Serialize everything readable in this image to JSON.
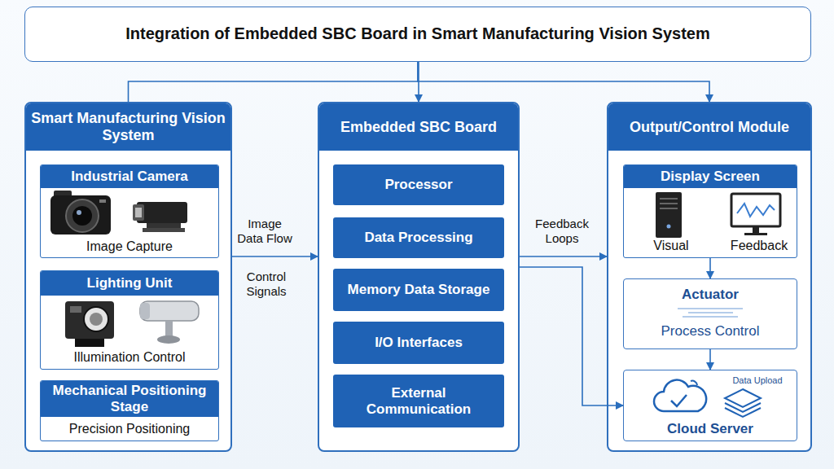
{
  "diagram": {
    "nodes": [
      {
        "text": [
          "Integration of Embedded SBC Board in Smart Manufacturing Vision System"
        ]
      },
      {
        "text": [
          "Smart Manufacturing Vision System"
        ]
      },
      {
        "text": [
          "Industrial Camera",
          "Image Capture"
        ],
        "in": 1
      },
      {
        "text": [
          "Lighting Unit",
          "Illumination Control"
        ],
        "in": 1
      },
      {
        "text": [
          "Mechanical Positioning Stage",
          "Precision Positioning"
        ],
        "in": 1
      },
      {
        "text": [
          "Embedded SBC Board"
        ]
      },
      {
        "text": [
          "Processor"
        ],
        "in": 5
      },
      {
        "text": [
          "Data Processing"
        ],
        "in": 5
      },
      {
        "text": [
          "Memory Data Storage"
        ],
        "in": 5
      },
      {
        "text": [
          "I/O Interfaces"
        ],
        "in": 5
      },
      {
        "text": [
          "External Communication"
        ],
        "in": 5
      },
      {
        "text": [
          "Output/Control Module"
        ]
      },
      {
        "text": [
          "Display Screen",
          "Visual",
          "Feedback"
        ],
        "in": 11
      },
      {
        "text": [
          "Actuator",
          "Process Control"
        ],
        "in": 11
      },
      {
        "text": [
          "Data Upload",
          "Cloud Server"
        ],
        "in": 11
      }
    ],
    "edges": [
      {
        "from": 0,
        "to": 5,
        "arrow": "to"
      },
      {
        "from": 0,
        "to": 11,
        "arrow": "to"
      },
      {
        "from": 0,
        "to": 1,
        "arrow": "none"
      },
      {
        "from": 1,
        "to": 5,
        "label": "Image Data Flow",
        "arrow": "to"
      },
      {
        "from": 5,
        "to": 11,
        "label": "Feedback Loops",
        "arrow": "to"
      },
      {
        "from": 5,
        "to": 14,
        "arrow": "to"
      },
      {
        "from": 12,
        "to": 13,
        "arrow": "to"
      },
      {
        "from": 13,
        "to": 14,
        "arrow": "to"
      }
    ],
    "labels": [
      "Control Signals"
    ]
  }
}
